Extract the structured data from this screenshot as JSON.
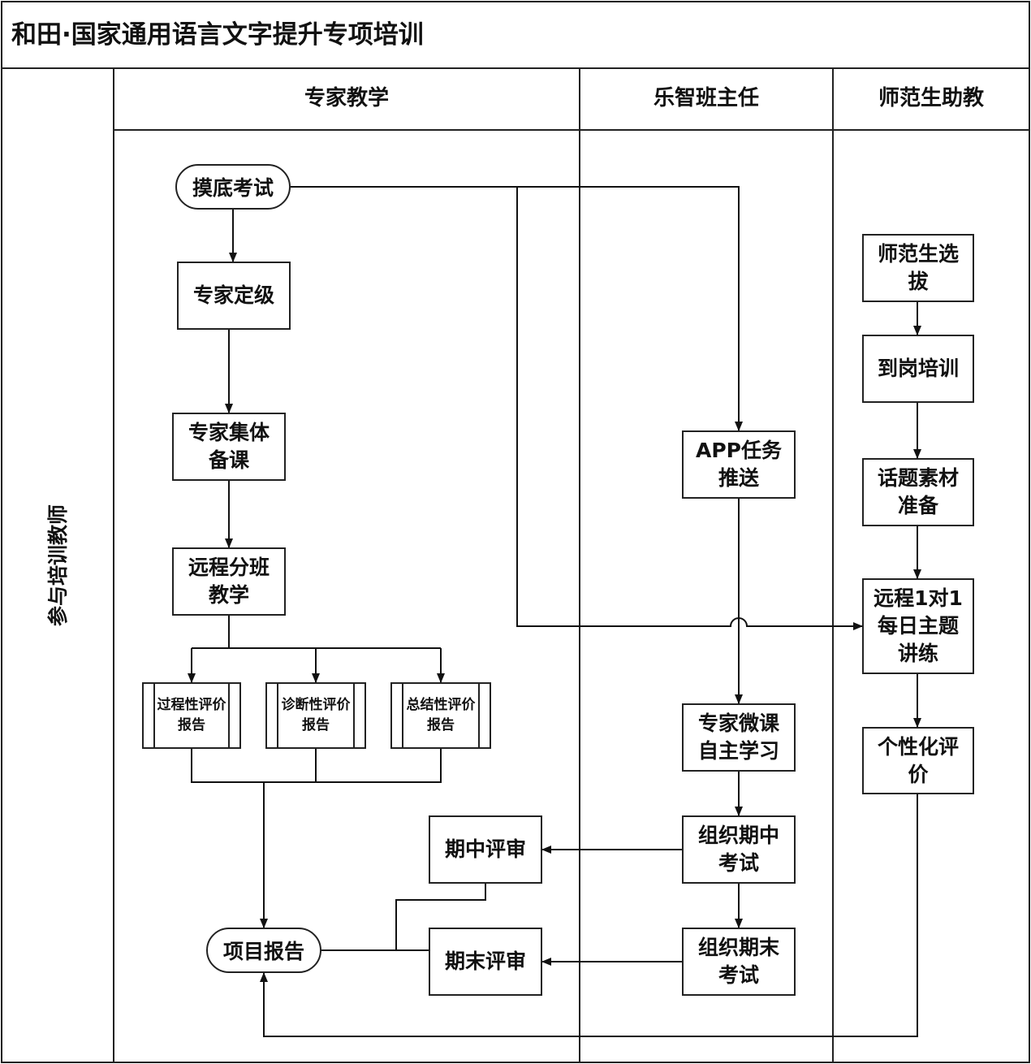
{
  "title": "和田·国家通用语言文字提升专项培训",
  "row_label": "参与培训教师",
  "lanes": {
    "expert": "专家教学",
    "class_teacher": "乐智班主任",
    "assistant": "师范生助教"
  },
  "nodes": {
    "start": "摸底考试",
    "expert_grading": "专家定级",
    "expert_prep": "专家集体备课",
    "remote_class": "远程分班教学",
    "process_report": "过程性评价报告",
    "diagnostic_report": "诊断性评价报告",
    "summary_report": "总结性评价报告",
    "project_report": "项目报告",
    "mid_review": "期中评审",
    "final_review": "期末评审",
    "app_push": "APP任务推送",
    "micro_course": "专家微课自主学习",
    "mid_exam": "组织期中考试",
    "final_exam": "组织期末考试",
    "student_select": "师范生选拔",
    "onboard_training": "到岗培训",
    "topic_prep": "话题素材准备",
    "remote_1on1": "远程1对1每日主题讲练",
    "personal_eval": "个性化评价"
  }
}
